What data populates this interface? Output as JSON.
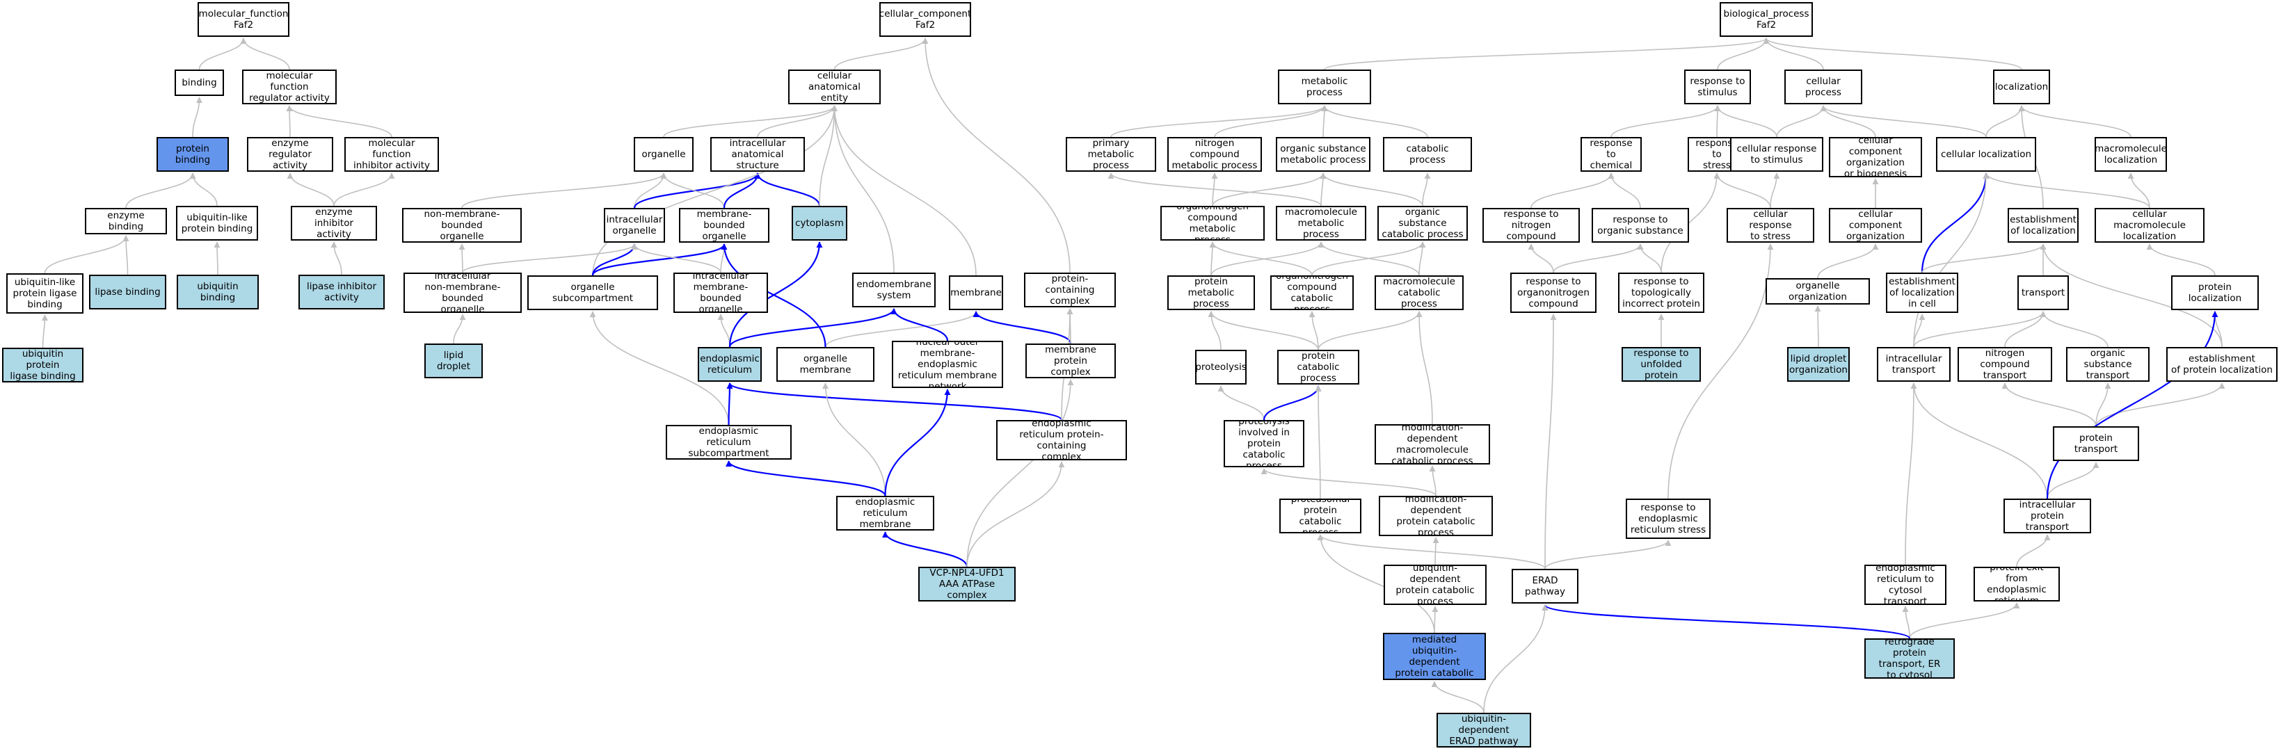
{
  "colors": {
    "default_fill": "#ffffff",
    "annotated_fill": "#add8e6",
    "query_fill": "#6495ed",
    "edge_gray": "#bfbfbf",
    "edge_blue": "#0000ff"
  },
  "nodes": [
    {
      "id": "mf_root",
      "label": "molecular_function\nFaf2",
      "kind": "default"
    },
    {
      "id": "binding",
      "label": "binding",
      "kind": "default"
    },
    {
      "id": "mf_reg",
      "label": "molecular function\nregulator activity",
      "kind": "default"
    },
    {
      "id": "protein_binding",
      "label": "protein binding",
      "kind": "query"
    },
    {
      "id": "enzyme_reg",
      "label": "enzyme regulator\nactivity",
      "kind": "default"
    },
    {
      "id": "mf_inhib",
      "label": "molecular function\ninhibitor activity",
      "kind": "default"
    },
    {
      "id": "enzyme_binding",
      "label": "enzyme binding",
      "kind": "default"
    },
    {
      "id": "ubl_binding",
      "label": "ubiquitin-like\nprotein binding",
      "kind": "default"
    },
    {
      "id": "enzyme_inhib",
      "label": "enzyme inhibitor\nactivity",
      "kind": "default"
    },
    {
      "id": "ubl_ligase",
      "label": "ubiquitin-like\nprotein ligase\nbinding",
      "kind": "default"
    },
    {
      "id": "lipase_binding",
      "label": "lipase binding",
      "kind": "annotated"
    },
    {
      "id": "ubiquitin_binding",
      "label": "ubiquitin binding",
      "kind": "annotated"
    },
    {
      "id": "lipase_inhib",
      "label": "lipase inhibitor\nactivity",
      "kind": "annotated"
    },
    {
      "id": "ub_ligase_binding",
      "label": "ubiquitin protein\nligase binding",
      "kind": "annotated"
    },
    {
      "id": "cc_root",
      "label": "cellular_component\nFaf2",
      "kind": "default"
    },
    {
      "id": "cae",
      "label": "cellular anatomical\nentity",
      "kind": "default"
    },
    {
      "id": "organelle",
      "label": "organelle",
      "kind": "default"
    },
    {
      "id": "ias",
      "label": "intracellular\nanatomical structure",
      "kind": "default"
    },
    {
      "id": "nmbo",
      "label": "non-membrane-bounded\norganelle",
      "kind": "default"
    },
    {
      "id": "intra_org",
      "label": "intracellular\norganelle",
      "kind": "default"
    },
    {
      "id": "mbo",
      "label": "membrane-bounded\norganelle",
      "kind": "default"
    },
    {
      "id": "cytoplasm",
      "label": "cytoplasm",
      "kind": "annotated"
    },
    {
      "id": "inmbo",
      "label": "intracellular\nnon-membrane-bounded\norganelle",
      "kind": "default"
    },
    {
      "id": "org_subcomp",
      "label": "organelle subcompartment",
      "kind": "default"
    },
    {
      "id": "imbo",
      "label": "intracellular\nmembrane-bounded\norganelle",
      "kind": "default"
    },
    {
      "id": "endomem",
      "label": "endomembrane\nsystem",
      "kind": "default"
    },
    {
      "id": "membrane",
      "label": "membrane",
      "kind": "default"
    },
    {
      "id": "pcc",
      "label": "protein-containing\ncomplex",
      "kind": "default"
    },
    {
      "id": "lipid_droplet",
      "label": "lipid droplet",
      "kind": "annotated"
    },
    {
      "id": "er",
      "label": "endoplasmic\nreticulum",
      "kind": "annotated"
    },
    {
      "id": "org_membrane",
      "label": "organelle membrane",
      "kind": "default"
    },
    {
      "id": "nuclear_outer",
      "label": "nuclear outer\nmembrane-endoplasmic\nreticulum membrane\nnetwork",
      "kind": "default"
    },
    {
      "id": "mem_prot_complex",
      "label": "membrane protein\ncomplex",
      "kind": "default"
    },
    {
      "id": "er_subcomp",
      "label": "endoplasmic\nreticulum subcompartment",
      "kind": "default"
    },
    {
      "id": "er_pcc",
      "label": "endoplasmic\nreticulum protein-containing\ncomplex",
      "kind": "default"
    },
    {
      "id": "er_membrane",
      "label": "endoplasmic\nreticulum membrane",
      "kind": "default"
    },
    {
      "id": "vcp",
      "label": "VCP-NPL4-UFD1\nAAA ATPase complex",
      "kind": "annotated"
    },
    {
      "id": "bp_root",
      "label": "biological_process\nFaf2",
      "kind": "default"
    },
    {
      "id": "metabolic",
      "label": "metabolic process",
      "kind": "default"
    },
    {
      "id": "resp_stim",
      "label": "response to\nstimulus",
      "kind": "default"
    },
    {
      "id": "cell_proc",
      "label": "cellular process",
      "kind": "default"
    },
    {
      "id": "localization",
      "label": "localization",
      "kind": "default"
    },
    {
      "id": "primary_met",
      "label": "primary metabolic\nprocess",
      "kind": "default"
    },
    {
      "id": "nitrogen_met",
      "label": "nitrogen compound\nmetabolic process",
      "kind": "default"
    },
    {
      "id": "org_sub_met",
      "label": "organic substance\nmetabolic process",
      "kind": "default"
    },
    {
      "id": "catabolic",
      "label": "catabolic process",
      "kind": "default"
    },
    {
      "id": "resp_chem",
      "label": "response to\nchemical",
      "kind": "default"
    },
    {
      "id": "resp_stress",
      "label": "response to\nstress",
      "kind": "default"
    },
    {
      "id": "cell_resp_stim",
      "label": "cellular response\nto stimulus",
      "kind": "default"
    },
    {
      "id": "cc_org",
      "label": "cellular component\norganization\nor biogenesis",
      "kind": "default"
    },
    {
      "id": "cell_loc",
      "label": "cellular localization",
      "kind": "default"
    },
    {
      "id": "macromol_loc",
      "label": "macromolecule\nlocalization",
      "kind": "default"
    },
    {
      "id": "orgnitro_met",
      "label": "organonitrogen\ncompound metabolic\nprocess",
      "kind": "default"
    },
    {
      "id": "macromol_met",
      "label": "macromolecule\nmetabolic process",
      "kind": "default"
    },
    {
      "id": "org_sub_cat",
      "label": "organic substance\ncatabolic process",
      "kind": "default"
    },
    {
      "id": "resp_nitro",
      "label": "response to\nnitrogen compound",
      "kind": "default"
    },
    {
      "id": "resp_org_sub",
      "label": "response to\norganic substance",
      "kind": "default"
    },
    {
      "id": "cell_resp_stress",
      "label": "cellular response\nto stress",
      "kind": "default"
    },
    {
      "id": "cc_organization",
      "label": "cellular component\norganization",
      "kind": "default"
    },
    {
      "id": "est_loc",
      "label": "establishment\nof localization",
      "kind": "default"
    },
    {
      "id": "cell_macromol_loc",
      "label": "cellular macromolecule\nlocalization",
      "kind": "default"
    },
    {
      "id": "prot_met",
      "label": "protein metabolic\nprocess",
      "kind": "default"
    },
    {
      "id": "orgnitro_cat",
      "label": "organonitrogen\ncompound catabolic\nprocess",
      "kind": "default"
    },
    {
      "id": "macromol_cat",
      "label": "macromolecule\ncatabolic process",
      "kind": "default"
    },
    {
      "id": "resp_orgnitro",
      "label": "response to\norganonitrogen\ncompound",
      "kind": "default"
    },
    {
      "id": "resp_topo",
      "label": "response to\ntopologically\nincorrect protein",
      "kind": "default"
    },
    {
      "id": "organelle_org",
      "label": "organelle organization",
      "kind": "default"
    },
    {
      "id": "est_loc_cell",
      "label": "establishment\nof localization\nin cell",
      "kind": "default"
    },
    {
      "id": "transport",
      "label": "transport",
      "kind": "default"
    },
    {
      "id": "prot_loc",
      "label": "protein localization",
      "kind": "default"
    },
    {
      "id": "proteolysis",
      "label": "proteolysis",
      "kind": "default"
    },
    {
      "id": "prot_cat",
      "label": "protein catabolic\nprocess",
      "kind": "default"
    },
    {
      "id": "resp_unfolded",
      "label": "response to\nunfolded protein",
      "kind": "annotated"
    },
    {
      "id": "ld_org",
      "label": "lipid droplet\norganization",
      "kind": "annotated"
    },
    {
      "id": "intra_transport",
      "label": "intracellular\ntransport",
      "kind": "default"
    },
    {
      "id": "nitro_transport",
      "label": "nitrogen compound\ntransport",
      "kind": "default"
    },
    {
      "id": "org_sub_transport",
      "label": "organic substance\ntransport",
      "kind": "default"
    },
    {
      "id": "est_prot_loc",
      "label": "establishment\nof protein localization",
      "kind": "default"
    },
    {
      "id": "proteolysis_pc",
      "label": "proteolysis\ninvolved in\nprotein catabolic\nprocess",
      "kind": "default"
    },
    {
      "id": "mod_dep_macro",
      "label": "modification-dependent\nmacromolecule\ncatabolic process",
      "kind": "default"
    },
    {
      "id": "prot_transport",
      "label": "protein transport",
      "kind": "default"
    },
    {
      "id": "proteasomal",
      "label": "proteasomal\nprotein catabolic\nprocess",
      "kind": "default"
    },
    {
      "id": "mod_dep_prot",
      "label": "modification-dependent\nprotein catabolic\nprocess",
      "kind": "default"
    },
    {
      "id": "resp_er_stress",
      "label": "response to\nendoplasmic\nreticulum stress",
      "kind": "default"
    },
    {
      "id": "intra_prot_transport",
      "label": "intracellular\nprotein transport",
      "kind": "default"
    },
    {
      "id": "ub_dep_pc",
      "label": "ubiquitin-dependent\nprotein catabolic\nprocess",
      "kind": "default"
    },
    {
      "id": "erad",
      "label": "ERAD pathway",
      "kind": "default"
    },
    {
      "id": "er_cytosol",
      "label": "endoplasmic\nreticulum to\ncytosol transport",
      "kind": "default"
    },
    {
      "id": "prot_exit_er",
      "label": "protein exit\nfrom endoplasmic\nreticulum",
      "kind": "default"
    },
    {
      "id": "proteasome_ub",
      "label": "proteasome-mediated\nubiquitin-dependent\nprotein catabolic\nprocess",
      "kind": "query"
    },
    {
      "id": "retro_transport",
      "label": "retrograde protein\ntransport, ER\nto cytosol",
      "kind": "annotated"
    },
    {
      "id": "ub_dep_erad",
      "label": "ubiquitin-dependent\nERAD pathway",
      "kind": "annotated"
    }
  ],
  "edges": [
    [
      "binding",
      "mf_root",
      "gray"
    ],
    [
      "mf_reg",
      "mf_root",
      "gray"
    ],
    [
      "protein_binding",
      "binding",
      "gray"
    ],
    [
      "enzyme_reg",
      "mf_reg",
      "gray"
    ],
    [
      "mf_inhib",
      "mf_reg",
      "gray"
    ],
    [
      "enzyme_binding",
      "protein_binding",
      "gray"
    ],
    [
      "ubl_binding",
      "protein_binding",
      "gray"
    ],
    [
      "enzyme_inhib",
      "enzyme_reg",
      "gray"
    ],
    [
      "enzyme_inhib",
      "mf_inhib",
      "gray"
    ],
    [
      "ubl_ligase",
      "enzyme_binding",
      "gray"
    ],
    [
      "lipase_binding",
      "enzyme_binding",
      "gray"
    ],
    [
      "ubiquitin_binding",
      "ubl_binding",
      "gray"
    ],
    [
      "lipase_inhib",
      "enzyme_inhib",
      "gray"
    ],
    [
      "ub_ligase_binding",
      "ubl_ligase",
      "gray"
    ],
    [
      "cae",
      "cc_root",
      "gray"
    ],
    [
      "pcc",
      "cc_root",
      "gray"
    ],
    [
      "organelle",
      "cae",
      "gray"
    ],
    [
      "ias",
      "cae",
      "gray"
    ],
    [
      "nmbo",
      "organelle",
      "gray"
    ],
    [
      "intra_org",
      "organelle",
      "gray"
    ],
    [
      "intra_org",
      "ias",
      "blue"
    ],
    [
      "mbo",
      "organelle",
      "gray"
    ],
    [
      "mbo",
      "ias",
      "blue"
    ],
    [
      "cytoplasm",
      "ias",
      "blue"
    ],
    [
      "cytoplasm",
      "cae",
      "gray"
    ],
    [
      "inmbo",
      "nmbo",
      "gray"
    ],
    [
      "inmbo",
      "intra_org",
      "gray"
    ],
    [
      "org_subcomp",
      "cae",
      "gray"
    ],
    [
      "org_subcomp",
      "intra_org",
      "blue"
    ],
    [
      "org_subcomp",
      "mbo",
      "blue"
    ],
    [
      "imbo",
      "intra_org",
      "gray"
    ],
    [
      "imbo",
      "mbo",
      "gray"
    ],
    [
      "endomem",
      "cae",
      "gray"
    ],
    [
      "membrane",
      "cae",
      "gray"
    ],
    [
      "lipid_droplet",
      "inmbo",
      "gray"
    ],
    [
      "er",
      "imbo",
      "gray"
    ],
    [
      "er",
      "cytoplasm",
      "blue"
    ],
    [
      "er",
      "endomem",
      "blue"
    ],
    [
      "org_membrane",
      "membrane",
      "gray"
    ],
    [
      "org_membrane",
      "mbo",
      "blue"
    ],
    [
      "nuclear_outer",
      "endomem",
      "blue"
    ],
    [
      "mem_prot_complex",
      "membrane",
      "blue"
    ],
    [
      "mem_prot_complex",
      "pcc",
      "gray"
    ],
    [
      "er_subcomp",
      "org_subcomp",
      "gray"
    ],
    [
      "er_subcomp",
      "er",
      "blue"
    ],
    [
      "er_pcc",
      "er",
      "blue"
    ],
    [
      "er_pcc",
      "pcc",
      "gray"
    ],
    [
      "er_membrane",
      "org_membrane",
      "gray"
    ],
    [
      "er_membrane",
      "er_subcomp",
      "blue"
    ],
    [
      "er_membrane",
      "nuclear_outer",
      "blue"
    ],
    [
      "vcp",
      "er_membrane",
      "blue"
    ],
    [
      "vcp",
      "er_pcc",
      "gray"
    ],
    [
      "vcp",
      "mem_prot_complex",
      "gray"
    ],
    [
      "metabolic",
      "bp_root",
      "gray"
    ],
    [
      "resp_stim",
      "bp_root",
      "gray"
    ],
    [
      "cell_proc",
      "bp_root",
      "gray"
    ],
    [
      "localization",
      "bp_root",
      "gray"
    ],
    [
      "primary_met",
      "metabolic",
      "gray"
    ],
    [
      "nitrogen_met",
      "metabolic",
      "gray"
    ],
    [
      "org_sub_met",
      "metabolic",
      "gray"
    ],
    [
      "catabolic",
      "metabolic",
      "gray"
    ],
    [
      "resp_chem",
      "resp_stim",
      "gray"
    ],
    [
      "resp_stress",
      "resp_stim",
      "gray"
    ],
    [
      "cell_resp_stim",
      "resp_stim",
      "gray"
    ],
    [
      "cell_resp_stim",
      "cell_proc",
      "gray"
    ],
    [
      "cc_org",
      "cell_proc",
      "gray"
    ],
    [
      "cell_loc",
      "cell_proc",
      "gray"
    ],
    [
      "cell_loc",
      "localization",
      "gray"
    ],
    [
      "macromol_loc",
      "localization",
      "gray"
    ],
    [
      "orgnitro_met",
      "nitrogen_met",
      "gray"
    ],
    [
      "orgnitro_met",
      "org_sub_met",
      "gray"
    ],
    [
      "macromol_met",
      "org_sub_met",
      "gray"
    ],
    [
      "macromol_met",
      "primary_met",
      "gray"
    ],
    [
      "org_sub_cat",
      "org_sub_met",
      "gray"
    ],
    [
      "org_sub_cat",
      "catabolic",
      "gray"
    ],
    [
      "resp_nitro",
      "resp_chem",
      "gray"
    ],
    [
      "resp_org_sub",
      "resp_chem",
      "gray"
    ],
    [
      "cell_resp_stress",
      "resp_stress",
      "gray"
    ],
    [
      "cell_resp_stress",
      "cell_resp_stim",
      "gray"
    ],
    [
      "cc_organization",
      "cc_org",
      "gray"
    ],
    [
      "est_loc",
      "localization",
      "gray"
    ],
    [
      "cell_macromol_loc",
      "cell_loc",
      "gray"
    ],
    [
      "cell_macromol_loc",
      "macromol_loc",
      "gray"
    ],
    [
      "prot_met",
      "macromol_met",
      "gray"
    ],
    [
      "prot_met",
      "orgnitro_met",
      "gray"
    ],
    [
      "orgnitro_cat",
      "orgnitro_met",
      "gray"
    ],
    [
      "orgnitro_cat",
      "org_sub_cat",
      "gray"
    ],
    [
      "macromol_cat",
      "macromol_met",
      "gray"
    ],
    [
      "macromol_cat",
      "org_sub_cat",
      "gray"
    ],
    [
      "resp_orgnitro",
      "resp_nitro",
      "gray"
    ],
    [
      "resp_orgnitro",
      "resp_org_sub",
      "gray"
    ],
    [
      "resp_topo",
      "resp_org_sub",
      "gray"
    ],
    [
      "resp_topo",
      "resp_stress",
      "gray"
    ],
    [
      "organelle_org",
      "cc_organization",
      "gray"
    ],
    [
      "est_loc_cell",
      "cell_loc",
      "blue"
    ],
    [
      "est_loc_cell",
      "est_loc",
      "gray"
    ],
    [
      "transport",
      "est_loc",
      "gray"
    ],
    [
      "prot_loc",
      "cell_macromol_loc",
      "gray"
    ],
    [
      "proteolysis",
      "prot_met",
      "gray"
    ],
    [
      "prot_cat",
      "prot_met",
      "gray"
    ],
    [
      "prot_cat",
      "orgnitro_cat",
      "gray"
    ],
    [
      "prot_cat",
      "macromol_cat",
      "gray"
    ],
    [
      "resp_unfolded",
      "resp_topo",
      "gray"
    ],
    [
      "ld_org",
      "organelle_org",
      "gray"
    ],
    [
      "intra_transport",
      "est_loc_cell",
      "gray"
    ],
    [
      "intra_transport",
      "transport",
      "gray"
    ],
    [
      "intra_transport",
      "cell_loc",
      "gray"
    ],
    [
      "nitro_transport",
      "transport",
      "gray"
    ],
    [
      "org_sub_transport",
      "transport",
      "gray"
    ],
    [
      "est_prot_loc",
      "est_loc",
      "gray"
    ],
    [
      "est_prot_loc",
      "prot_loc",
      "gray"
    ],
    [
      "proteolysis_pc",
      "proteolysis",
      "gray"
    ],
    [
      "proteolysis_pc",
      "prot_cat",
      "blue"
    ],
    [
      "mod_dep_macro",
      "macromol_cat",
      "gray"
    ],
    [
      "prot_transport",
      "nitro_transport",
      "gray"
    ],
    [
      "prot_transport",
      "org_sub_transport",
      "gray"
    ],
    [
      "prot_transport",
      "est_prot_loc",
      "gray"
    ],
    [
      "proteasomal",
      "prot_cat",
      "gray"
    ],
    [
      "mod_dep_prot",
      "mod_dep_macro",
      "gray"
    ],
    [
      "mod_dep_prot",
      "proteolysis_pc",
      "gray"
    ],
    [
      "resp_er_stress",
      "cell_resp_stress",
      "gray"
    ],
    [
      "intra_prot_transport",
      "prot_transport",
      "gray"
    ],
    [
      "intra_prot_transport",
      "intra_transport",
      "gray"
    ],
    [
      "intra_prot_transport",
      "prot_loc",
      "blue"
    ],
    [
      "ub_dep_pc",
      "mod_dep_prot",
      "gray"
    ],
    [
      "erad",
      "resp_orgnitro",
      "gray"
    ],
    [
      "erad",
      "resp_er_stress",
      "gray"
    ],
    [
      "erad",
      "proteasomal",
      "gray"
    ],
    [
      "er_cytosol",
      "intra_transport",
      "gray"
    ],
    [
      "prot_exit_er",
      "intra_prot_transport",
      "gray"
    ],
    [
      "proteasome_ub",
      "proteasomal",
      "gray"
    ],
    [
      "proteasome_ub",
      "ub_dep_pc",
      "gray"
    ],
    [
      "retro_transport",
      "er_cytosol",
      "gray"
    ],
    [
      "retro_transport",
      "prot_exit_er",
      "gray"
    ],
    [
      "retro_transport",
      "erad",
      "blue"
    ],
    [
      "ub_dep_erad",
      "proteasome_ub",
      "gray"
    ],
    [
      "ub_dep_erad",
      "erad",
      "gray"
    ]
  ]
}
